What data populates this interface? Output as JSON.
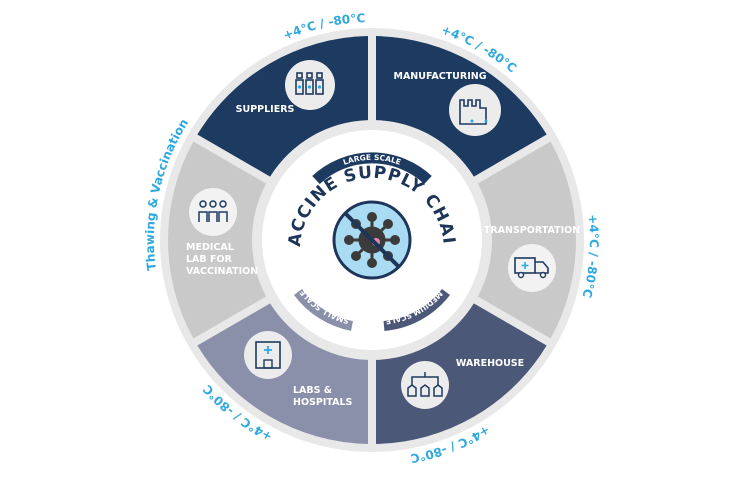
{
  "title": "VACCINE SUPPLY CHAIN",
  "scales": {
    "large": "LARGE SCALE",
    "medium": "MEDIUM SCALE",
    "small": "SMALL SCALE"
  },
  "segments": {
    "suppliers": {
      "label": "SUPPLIERS",
      "temp": "+4°C / -80°C",
      "icon": "vials-icon",
      "color": "#1d3a60"
    },
    "manufacturing": {
      "label": "MANUFACTURING",
      "temp": "+4°C / -80°C",
      "icon": "factory-icon",
      "color": "#1d3a60"
    },
    "transportation": {
      "label": "TRANSPORTATION",
      "temp": "+4°C / -80°C",
      "icon": "truck-icon",
      "color": "#c9c9c9"
    },
    "warehouse": {
      "label": "WAREHOUSE",
      "temp": "+4°C / -80°C",
      "icon": "warehouse-icon",
      "color": "#4b5878"
    },
    "labs": {
      "label_line1": "LABS &",
      "label_line2": "HOSPITALS",
      "temp": "+4°C / -80°C",
      "icon": "hospital-icon",
      "color": "#8b90aa"
    },
    "medical": {
      "label_line1": "MEDICAL",
      "label_line2": "LAB FOR",
      "label_line3": "VACCINATION",
      "temp": "Thawing & Vaccination",
      "icon": "people-icon",
      "color": "#c9c9c9"
    }
  },
  "colors": {
    "accent": "#2ea8df",
    "navy": "#1d3a60"
  }
}
